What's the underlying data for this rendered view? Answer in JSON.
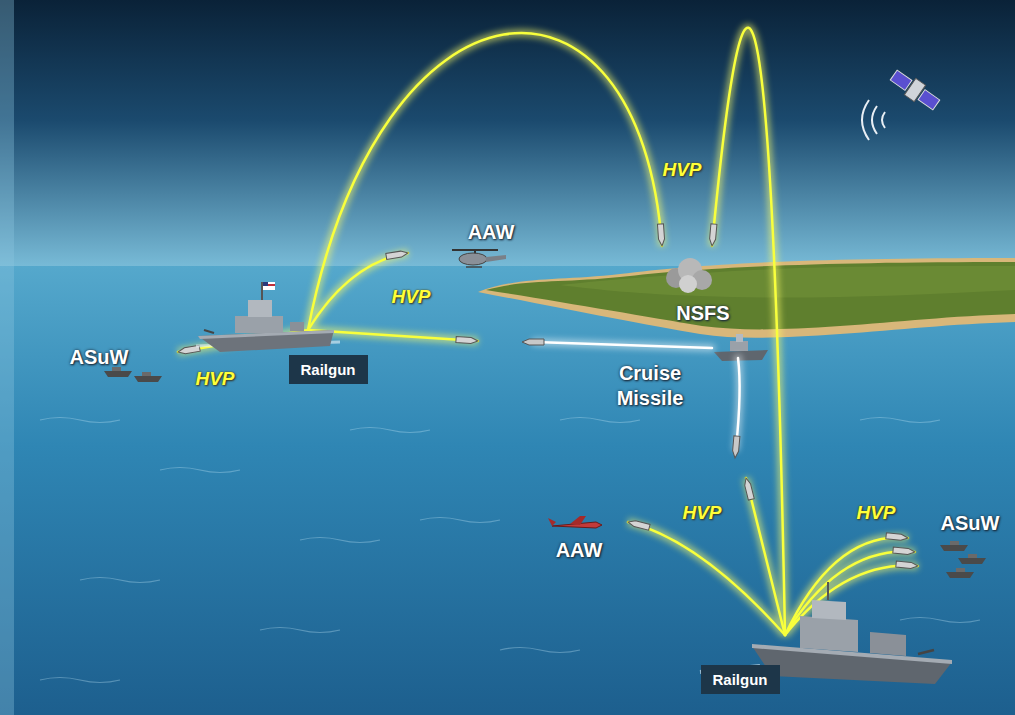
{
  "diagram": {
    "nodes": [
      {
        "text": [
          "Railgun"
        ]
      },
      {
        "text": [
          "Railgun"
        ]
      }
    ],
    "labels": [
      "HVP",
      "AAW",
      "HVP",
      "NSFS",
      "ASuW",
      "HVP",
      "Cruise Missile",
      "HVP",
      "HVP",
      "AAW",
      "ASuW"
    ]
  }
}
